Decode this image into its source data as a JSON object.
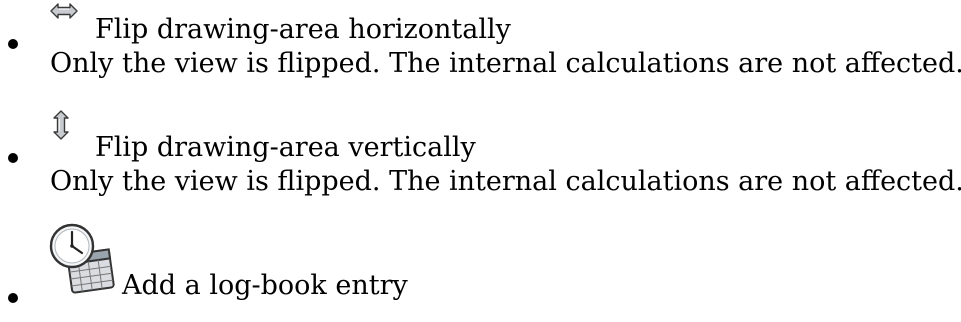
{
  "items": [
    {
      "icon": "flip-horizontal-icon",
      "title": "Flip drawing-area horizontally",
      "description": "Only the view is flipped. The internal calculations are not affected."
    },
    {
      "icon": "flip-vertical-icon",
      "title": "Flip drawing-area vertically",
      "description": "Only the view is flipped. The internal calculations are not affected."
    },
    {
      "icon": "clock-calendar-icon",
      "title": "Add a log-book entry"
    }
  ]
}
